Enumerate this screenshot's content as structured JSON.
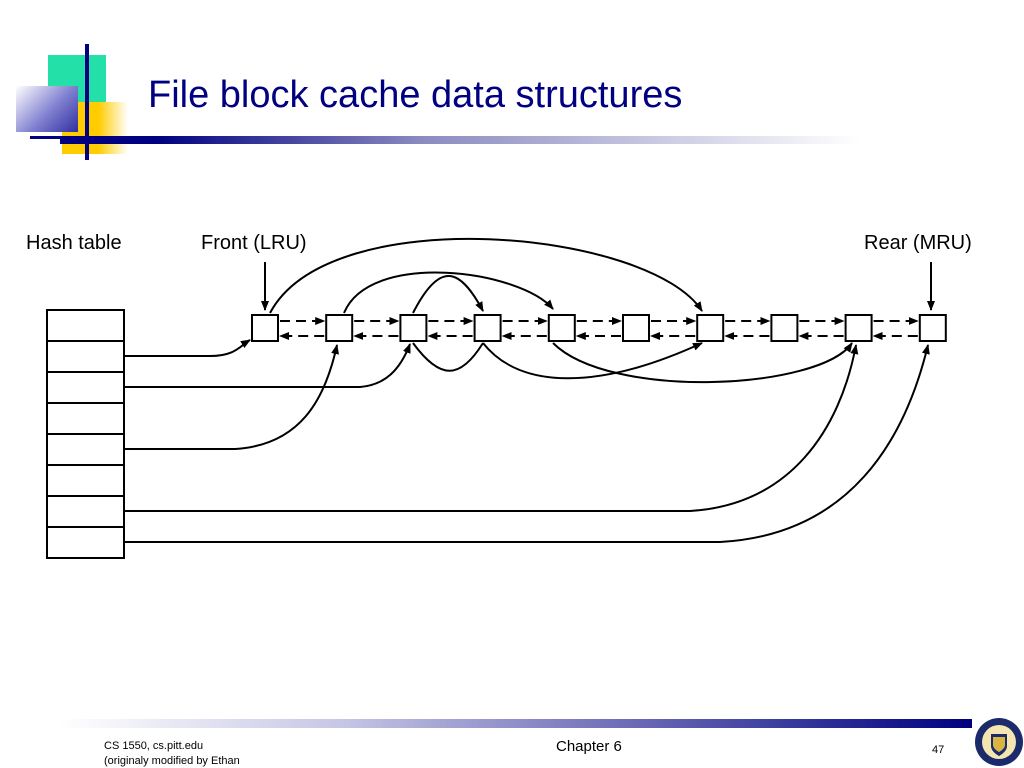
{
  "slide": {
    "title": "File block cache data structures"
  },
  "diagram": {
    "labels": {
      "hash_table": "Hash table",
      "front": "Front (LRU)",
      "rear": "Rear (MRU)"
    },
    "hash_table_slots": 8,
    "cache_blocks": 10
  },
  "footer": {
    "left_line1": "CS 1550, cs.pitt.edu",
    "left_line2": "(originaly modified by Ethan",
    "center": "Chapter 6",
    "page_number": "47"
  },
  "colors": {
    "title": "#000080",
    "accent_green": "#00e0a0",
    "accent_yellow": "#ffcc00",
    "accent_blue": "#5050c0"
  },
  "icons": {
    "seal": "university-seal-icon"
  }
}
